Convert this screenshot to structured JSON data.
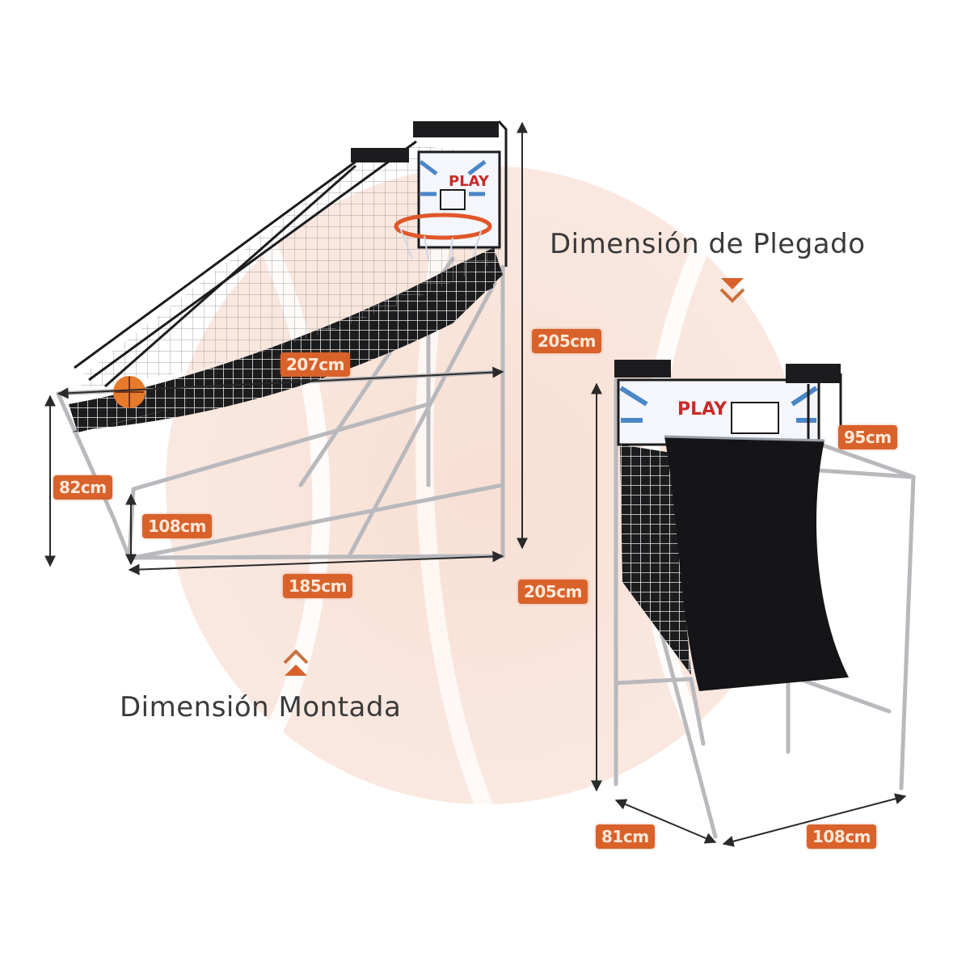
{
  "colors": {
    "background": "#ffffff",
    "ball_tint": "#f8e4da",
    "accent": "#d9622b",
    "label_text": "#fde8d8",
    "heading_text": "#3a3a3a",
    "frame": "#b9b9bd",
    "dark": "#1c1c1e"
  },
  "headings": {
    "folded": "Dimensión de Plegado",
    "assembled": "Dimensión Montada"
  },
  "icons": {
    "folded_arrow": "double-chevron-down-icon",
    "assembled_arrow": "double-chevron-up-icon"
  },
  "assembled": {
    "title": "Dimensión Montada",
    "dimensions": {
      "length_top": "207cm",
      "front_height": "82cm",
      "width": "108cm",
      "length_base": "185cm",
      "total_height": "205cm"
    }
  },
  "folded": {
    "title": "Dimensión de Plegado",
    "dimensions": {
      "top_depth": "95cm",
      "total_height": "205cm",
      "depth": "81cm",
      "width": "108cm"
    },
    "panel_text": "PLAY"
  }
}
